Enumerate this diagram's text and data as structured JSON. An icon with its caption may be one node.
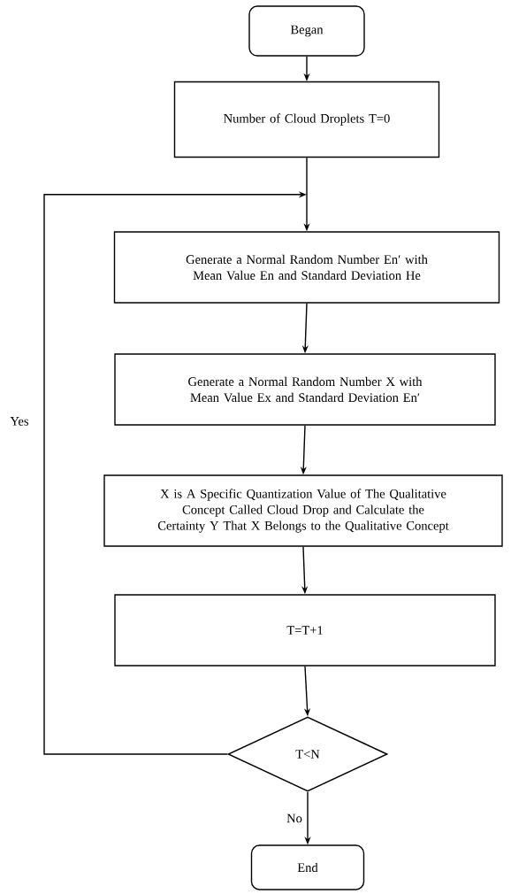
{
  "diagram": {
    "nodes": [
      {
        "text": [
          "Began"
        ]
      },
      {
        "text": [
          "Number of Cloud Droplets T=0"
        ]
      },
      {
        "text": [
          "Generate a Normal Random Number En′ with Mean Value En and Standard Deviation He"
        ]
      },
      {
        "text": [
          "Generate a Normal Random Number X with Mean Value Ex and Standard Deviation En′"
        ]
      },
      {
        "text": [
          "X is A Specific Quantization Value of The Qualitative Concept Called Cloud Drop and Calculate the Certainty Y That X Belongs to the Qualitative Concept"
        ]
      },
      {
        "text": [
          "T=T+1"
        ]
      },
      {
        "text": [
          "T<N"
        ]
      },
      {
        "text": [
          "End"
        ]
      }
    ],
    "edges": [
      {
        "from": 0,
        "to": 1,
        "arrow": "to"
      },
      {
        "from": 1,
        "to": 2,
        "arrow": "to"
      },
      {
        "from": 2,
        "to": 3,
        "arrow": "to"
      },
      {
        "from": 3,
        "to": 4,
        "arrow": "to"
      },
      {
        "from": 4,
        "to": 5,
        "arrow": "to"
      },
      {
        "from": 5,
        "to": 6,
        "arrow": "to"
      },
      {
        "from": 6,
        "to": 7,
        "arrow": "to",
        "label": "No"
      },
      {
        "from": 6,
        "to": 2,
        "arrow": "to",
        "label": "Yes"
      }
    ]
  }
}
